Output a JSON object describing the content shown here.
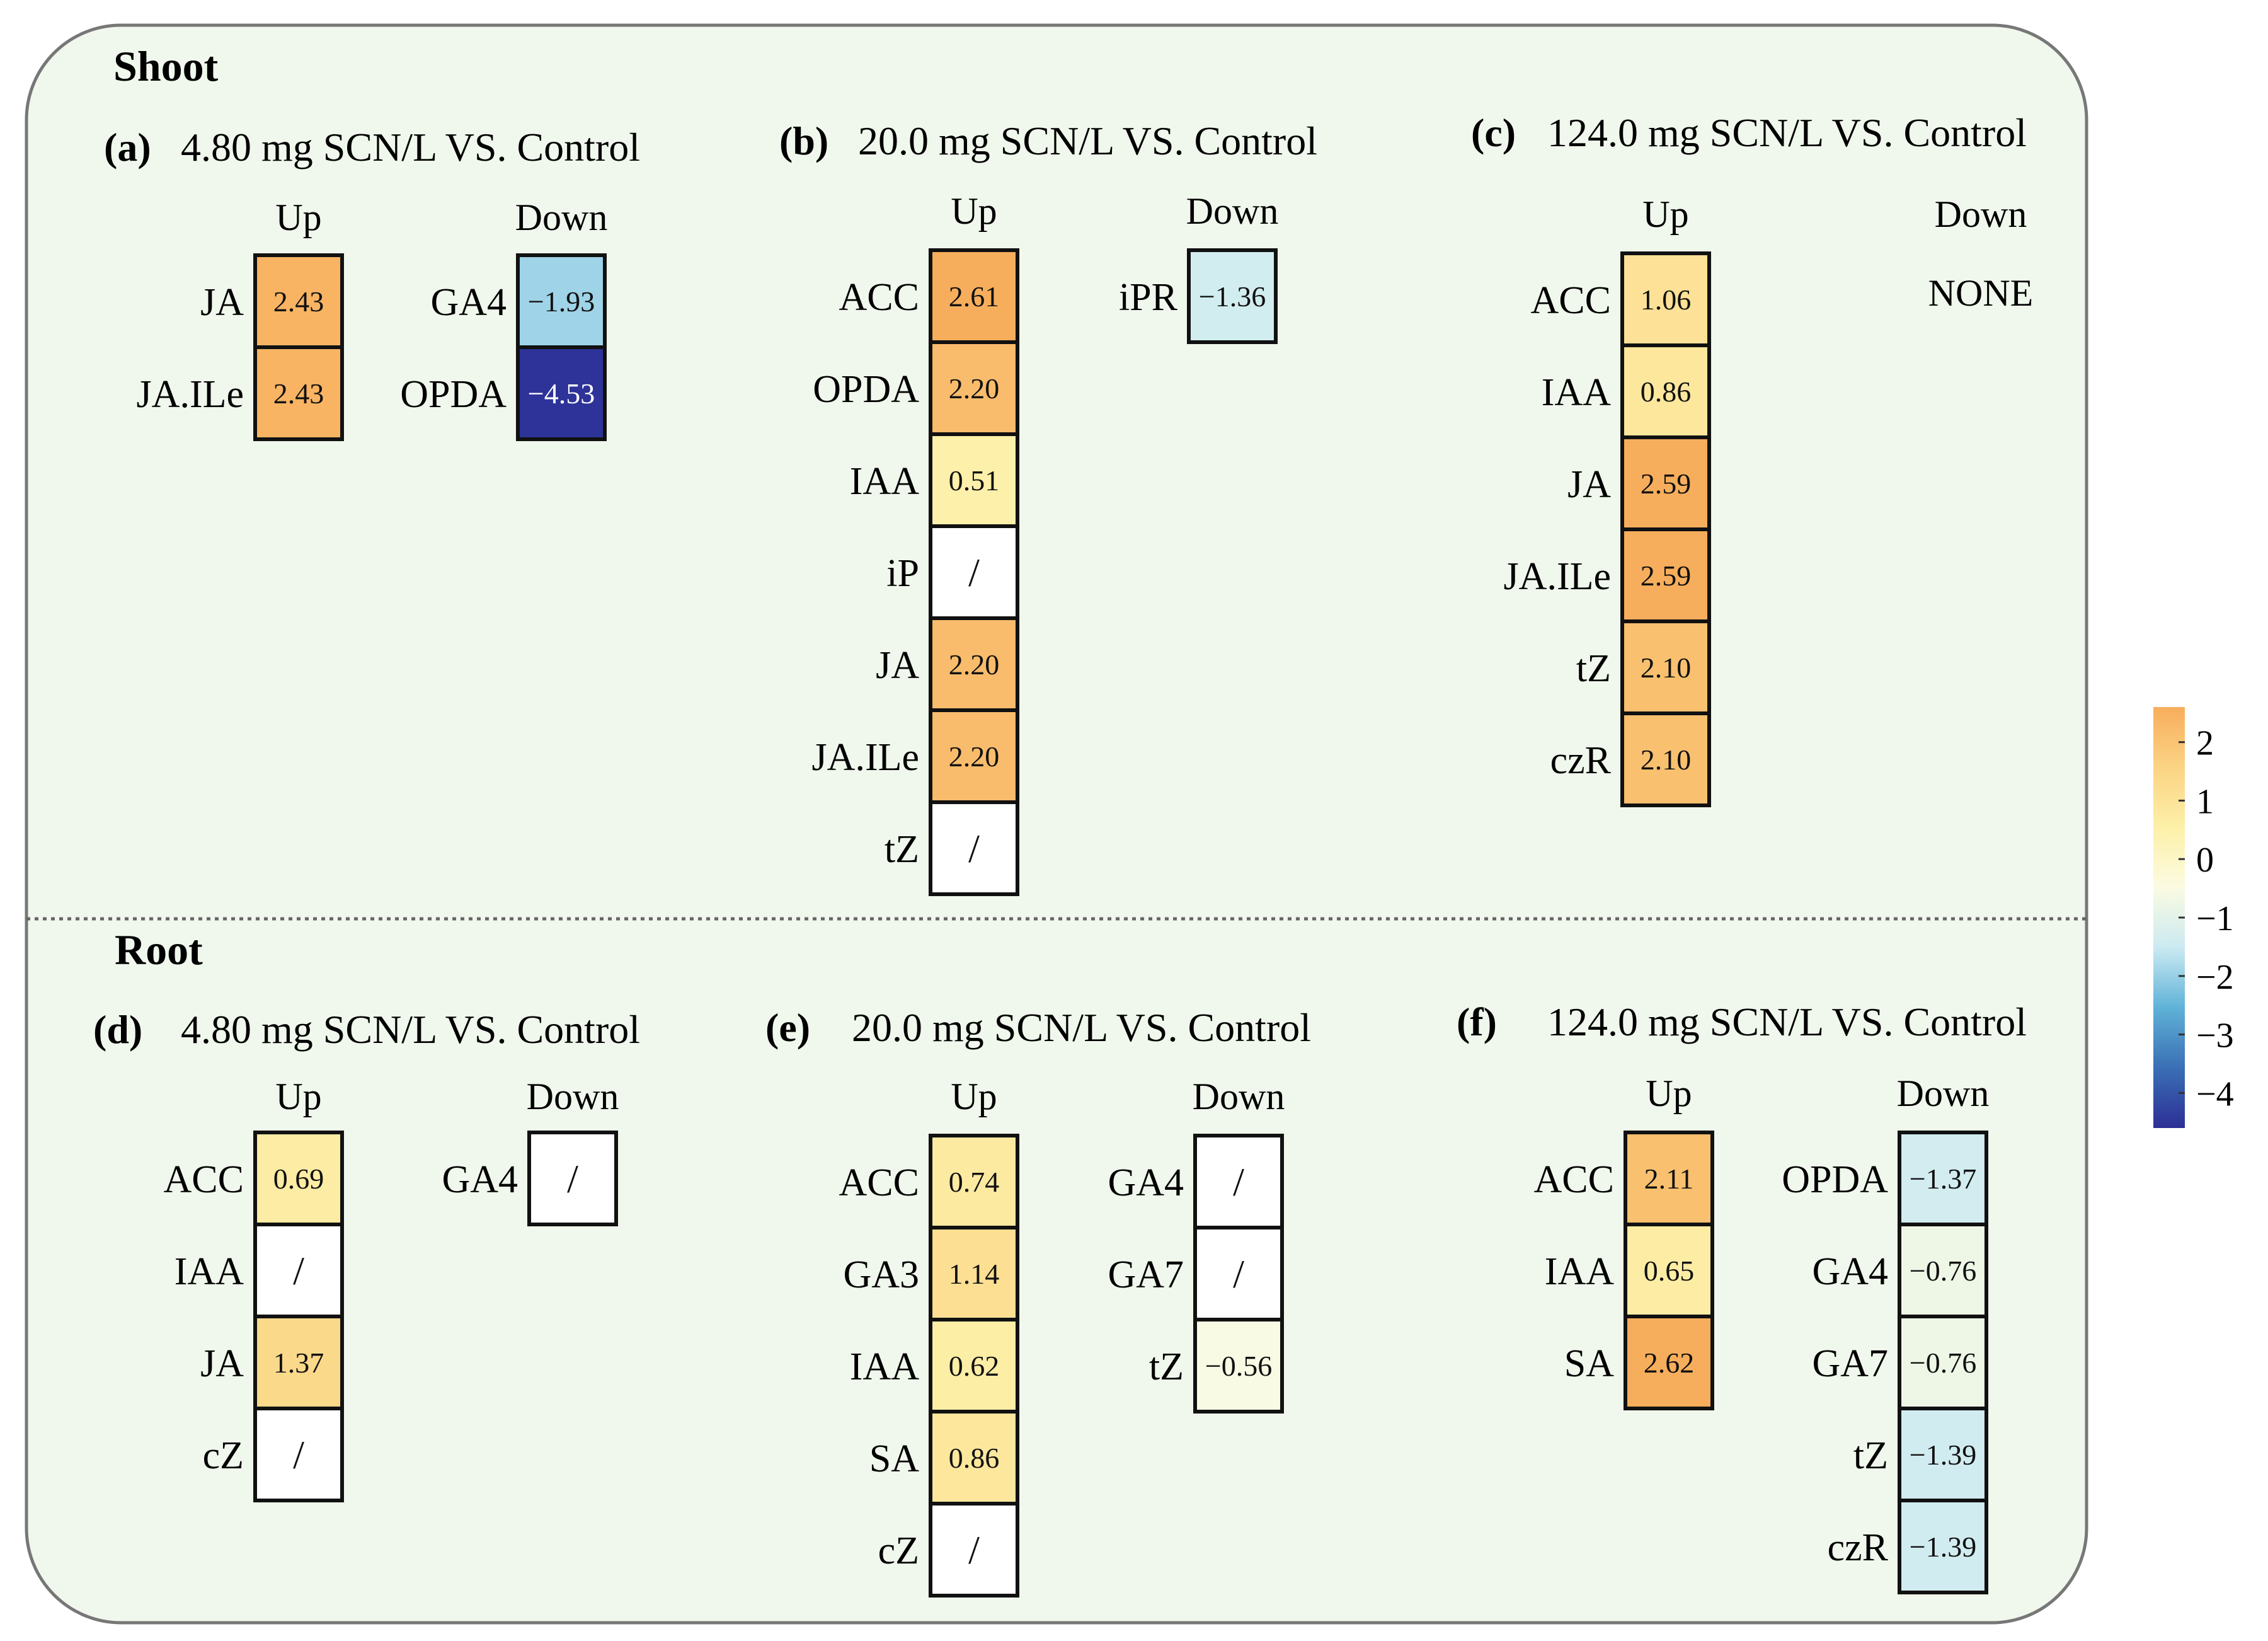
{
  "sections": [
    {
      "title": "Shoot"
    },
    {
      "title": "Root"
    }
  ],
  "column_labels": {
    "up": "Up",
    "down": "Down"
  },
  "colorbar": {
    "ticks": [
      2,
      1,
      0,
      -1,
      -2,
      -3,
      -4
    ],
    "tick_labels": [
      "2",
      "1",
      "0",
      "−1",
      "−2",
      "−3",
      "−4"
    ],
    "range": [
      -4.6,
      2.6
    ],
    "colors": [
      "#2c2f96",
      "#3a6fb5",
      "#5fb2d7",
      "#cbeaf2",
      "#fbfbe2",
      "#fdf0a8",
      "#fbd384",
      "#f7ae5c"
    ]
  },
  "chart_data": [
    {
      "type": "heatmap",
      "section": "Shoot",
      "letter": "(a)",
      "title": "4.80 mg SCN/L VS. Control",
      "up": [
        {
          "label": "JA",
          "value": 2.43,
          "text": "2.43"
        },
        {
          "label": "JA.ILe",
          "value": 2.43,
          "text": "2.43"
        }
      ],
      "down": [
        {
          "label": "GA4",
          "value": -1.93,
          "text": "−1.93"
        },
        {
          "label": "OPDA",
          "value": -4.53,
          "text": "−4.53"
        }
      ],
      "down_note": ""
    },
    {
      "type": "heatmap",
      "section": "Shoot",
      "letter": "(b)",
      "title": "20.0 mg SCN/L VS. Control",
      "up": [
        {
          "label": "ACC",
          "value": 2.61,
          "text": "2.61"
        },
        {
          "label": "OPDA",
          "value": 2.2,
          "text": "2.20"
        },
        {
          "label": "IAA",
          "value": 0.51,
          "text": "0.51"
        },
        {
          "label": "iP",
          "value": null,
          "text": "/"
        },
        {
          "label": "JA",
          "value": 2.2,
          "text": "2.20"
        },
        {
          "label": "JA.ILe",
          "value": 2.2,
          "text": "2.20"
        },
        {
          "label": "tZ",
          "value": null,
          "text": "/"
        }
      ],
      "down": [
        {
          "label": "iPR",
          "value": -1.36,
          "text": "−1.36"
        }
      ],
      "down_note": ""
    },
    {
      "type": "heatmap",
      "section": "Shoot",
      "letter": "(c)",
      "title": "124.0 mg SCN/L VS. Control",
      "up": [
        {
          "label": "ACC",
          "value": 1.06,
          "text": "1.06"
        },
        {
          "label": "IAA",
          "value": 0.86,
          "text": "0.86"
        },
        {
          "label": "JA",
          "value": 2.59,
          "text": "2.59"
        },
        {
          "label": "JA.ILe",
          "value": 2.59,
          "text": "2.59"
        },
        {
          "label": "tZ",
          "value": 2.1,
          "text": "2.10"
        },
        {
          "label": "czR",
          "value": 2.1,
          "text": "2.10"
        }
      ],
      "down": [],
      "down_note": "NONE"
    },
    {
      "type": "heatmap",
      "section": "Root",
      "letter": "(d)",
      "title": "4.80 mg SCN/L VS. Control",
      "up": [
        {
          "label": "ACC",
          "value": 0.69,
          "text": "0.69"
        },
        {
          "label": "IAA",
          "value": null,
          "text": "/"
        },
        {
          "label": "JA",
          "value": 1.37,
          "text": "1.37"
        },
        {
          "label": "cZ",
          "value": null,
          "text": "/"
        }
      ],
      "down": [
        {
          "label": "GA4",
          "value": null,
          "text": "/"
        }
      ],
      "down_note": ""
    },
    {
      "type": "heatmap",
      "section": "Root",
      "letter": "(e)",
      "title": "20.0 mg SCN/L VS. Control",
      "up": [
        {
          "label": "ACC",
          "value": 0.74,
          "text": "0.74"
        },
        {
          "label": "GA3",
          "value": 1.14,
          "text": "1.14"
        },
        {
          "label": "IAA",
          "value": 0.62,
          "text": "0.62"
        },
        {
          "label": "SA",
          "value": 0.86,
          "text": "0.86"
        },
        {
          "label": "cZ",
          "value": null,
          "text": "/"
        }
      ],
      "down": [
        {
          "label": "GA4",
          "value": null,
          "text": "/"
        },
        {
          "label": "GA7",
          "value": null,
          "text": "/"
        },
        {
          "label": "tZ",
          "value": -0.56,
          "text": "−0.56"
        }
      ],
      "down_note": ""
    },
    {
      "type": "heatmap",
      "section": "Root",
      "letter": "(f)",
      "title": "124.0 mg SCN/L VS. Control",
      "up": [
        {
          "label": "ACC",
          "value": 2.11,
          "text": "2.11"
        },
        {
          "label": "IAA",
          "value": 0.65,
          "text": "0.65"
        },
        {
          "label": "SA",
          "value": 2.62,
          "text": "2.62"
        }
      ],
      "down": [
        {
          "label": "OPDA",
          "value": -1.37,
          "text": "−1.37"
        },
        {
          "label": "GA4",
          "value": -0.76,
          "text": "−0.76"
        },
        {
          "label": "GA7",
          "value": -0.76,
          "text": "−0.76"
        },
        {
          "label": "tZ",
          "value": -1.39,
          "text": "−1.39"
        },
        {
          "label": "czR",
          "value": -1.39,
          "text": "−1.39"
        }
      ],
      "down_note": ""
    }
  ]
}
